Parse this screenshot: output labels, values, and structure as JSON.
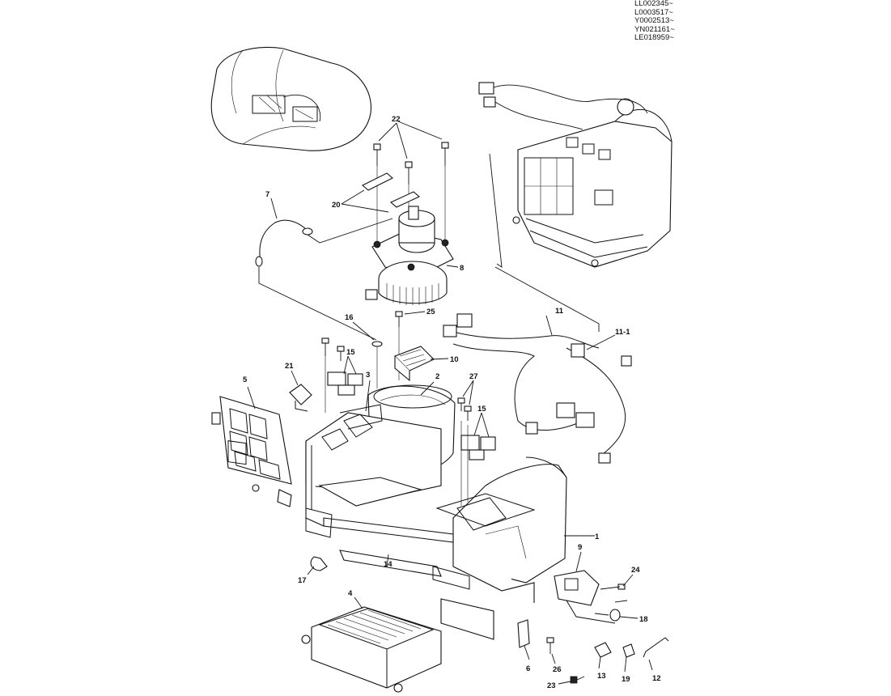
{
  "serial_numbers": [
    "LL002345~",
    "L0003517~",
    "Y0002513~",
    "YN021161~",
    "LE018959~"
  ],
  "callouts": {
    "c1": "1",
    "c2": "2",
    "c3": "3",
    "c4": "4",
    "c5": "5",
    "c6": "6",
    "c7": "7",
    "c8": "8",
    "c9": "9",
    "c10": "10",
    "c11": "11",
    "c11_1": "11-1",
    "c12": "12",
    "c13": "13",
    "c14": "14",
    "c15a": "15",
    "c15b": "15",
    "c16": "16",
    "c17": "17",
    "c18": "18",
    "c19": "19",
    "c20": "20",
    "c21": "21",
    "c22": "22",
    "c23": "23",
    "c24": "24",
    "c25": "25",
    "c26": "26",
    "c27": "27"
  }
}
